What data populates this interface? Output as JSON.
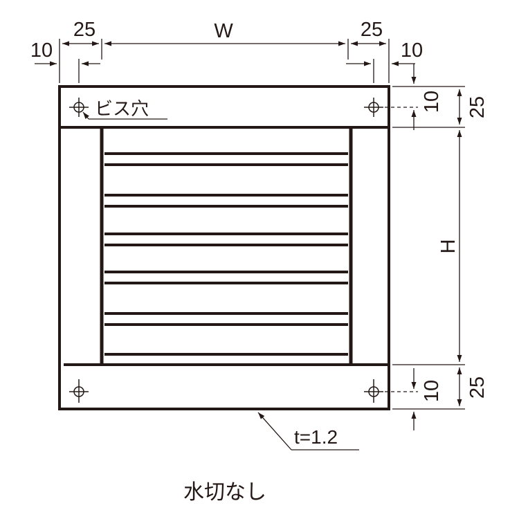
{
  "colors": {
    "ink": "#231815",
    "background": "#ffffff"
  },
  "dimensions": {
    "top_left_10": "10",
    "top_left_25": "25",
    "width": "W",
    "top_right_25": "25",
    "top_right_10": "10",
    "right_top_10": "10",
    "right_top_25": "25",
    "height": "H",
    "right_bottom_10": "10",
    "right_bottom_25": "25"
  },
  "annotations": {
    "screw_hole": "ビス穴",
    "thickness": "t=1.2"
  },
  "caption": "水切なし"
}
